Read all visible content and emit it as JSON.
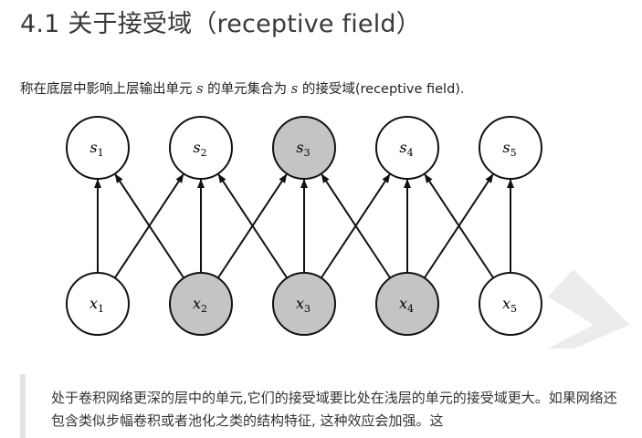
{
  "heading": "4.1 关于接受域（receptive field）",
  "intro": {
    "before": "称在底层中影响上层输出单元 ",
    "var1": "s",
    "middle": " 的单元集合为 ",
    "var2": "s",
    "after": " 的接受域(receptive field)."
  },
  "diagram": {
    "top_nodes": [
      {
        "base": "s",
        "sub": "1",
        "shaded": false
      },
      {
        "base": "s",
        "sub": "2",
        "shaded": false
      },
      {
        "base": "s",
        "sub": "3",
        "shaded": true
      },
      {
        "base": "s",
        "sub": "4",
        "shaded": false
      },
      {
        "base": "s",
        "sub": "5",
        "shaded": false
      }
    ],
    "bottom_nodes": [
      {
        "base": "x",
        "sub": "1",
        "shaded": false
      },
      {
        "base": "x",
        "sub": "2",
        "shaded": true
      },
      {
        "base": "x",
        "sub": "3",
        "shaded": true
      },
      {
        "base": "x",
        "sub": "4",
        "shaded": true
      },
      {
        "base": "x",
        "sub": "5",
        "shaded": false
      }
    ],
    "colors": {
      "shaded_fill": "#c4c4c4",
      "plain_fill": "#ffffff",
      "stroke": "#111111"
    }
  },
  "paragraph": "处于卷积网络更深的层中的单元,它们的接受域要比处在浅层的单元的接受域更大。如果网络还包含类似步幅卷积或者池化之类的结构特征, 这种效应会加强。这"
}
